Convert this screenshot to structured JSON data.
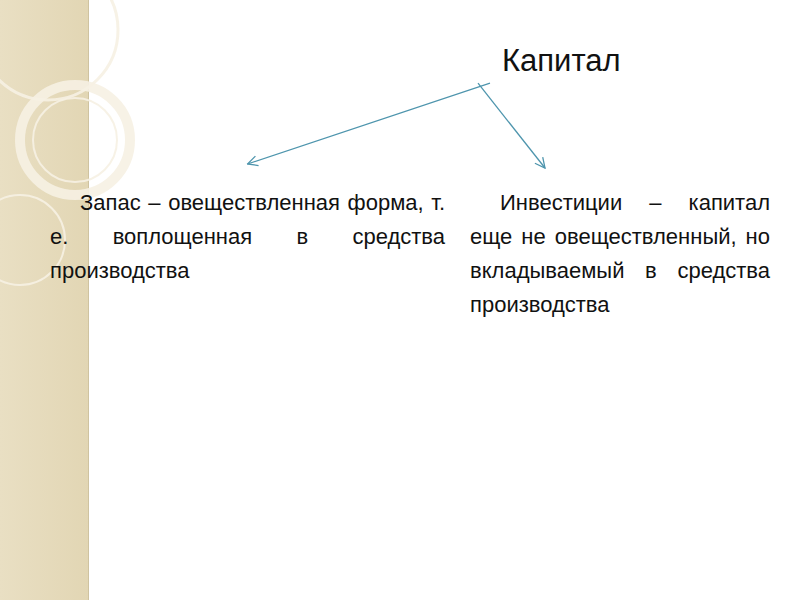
{
  "diagram": {
    "nodes": [
      {
        "text": [
          "Капитал"
        ]
      },
      {
        "text": [
          "Запас – овеществленная форма, т. е. воплощенная в средства производства"
        ]
      },
      {
        "text": [
          "Инвестиции – капитал еще не овеществленный, но вкладываемый в средства производства"
        ]
      }
    ],
    "edges": [
      {
        "from": 0,
        "to": 1,
        "arrow": "to"
      },
      {
        "from": 0,
        "to": 2,
        "arrow": "to"
      }
    ]
  }
}
